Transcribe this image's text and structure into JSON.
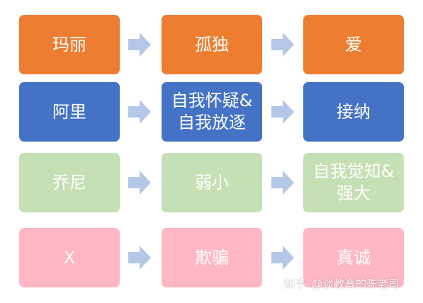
{
  "colors": {
    "row1": "#ED7D31",
    "row2": "#4472C4",
    "row3": "#C5E0B4",
    "row4": "#FFB6C5",
    "arrow": "#B4C7E7"
  },
  "rows": [
    {
      "from": "玛丽",
      "middle": "孤独",
      "to": "爱"
    },
    {
      "from": "阿里",
      "middle": "自我怀疑&\n自我放逐",
      "to": "接纳"
    },
    {
      "from": "乔尼",
      "middle": "弱小",
      "to": "自我觉知&\n强大"
    },
    {
      "from": "X",
      "middle": "欺骗",
      "to": "真诚"
    }
  ],
  "watermark": {
    "logo": "知乎",
    "handle": "@谈教育的陈老司"
  }
}
